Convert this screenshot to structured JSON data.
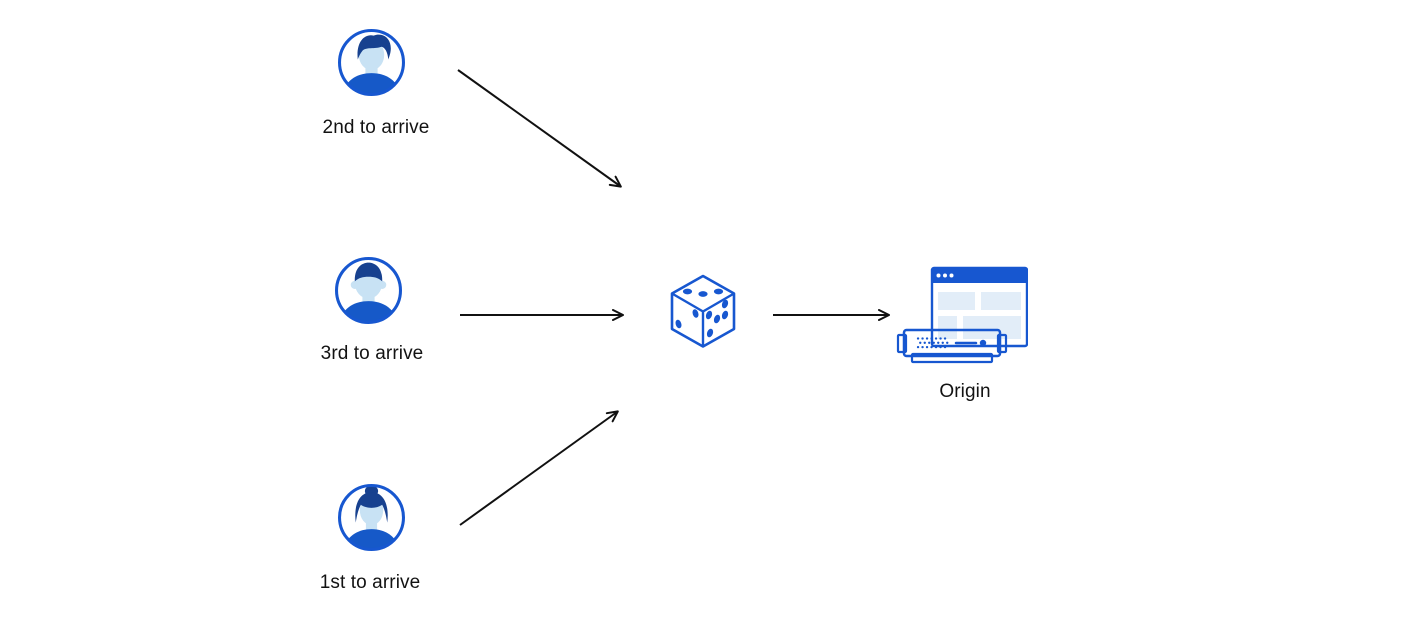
{
  "colors": {
    "background": "#ffffff",
    "accent": "#1757d0",
    "hair": "#17418f",
    "skin": "#c8e2f4",
    "shirt": "#1659c8",
    "panel": "#e2edf8",
    "arrow": "#111111",
    "text": "#121212"
  },
  "nodes": {
    "visitor_second": {
      "label": "2nd to arrive",
      "icon": "male-avatar-icon"
    },
    "visitor_third": {
      "label": "3rd to arrive",
      "icon": "male-avatar-icon"
    },
    "visitor_first": {
      "label": "1st to arrive",
      "icon": "female-avatar-icon"
    },
    "randomizer": {
      "icon": "dice-icon"
    },
    "origin": {
      "label": "Origin",
      "icon": "origin-server-icon"
    }
  }
}
